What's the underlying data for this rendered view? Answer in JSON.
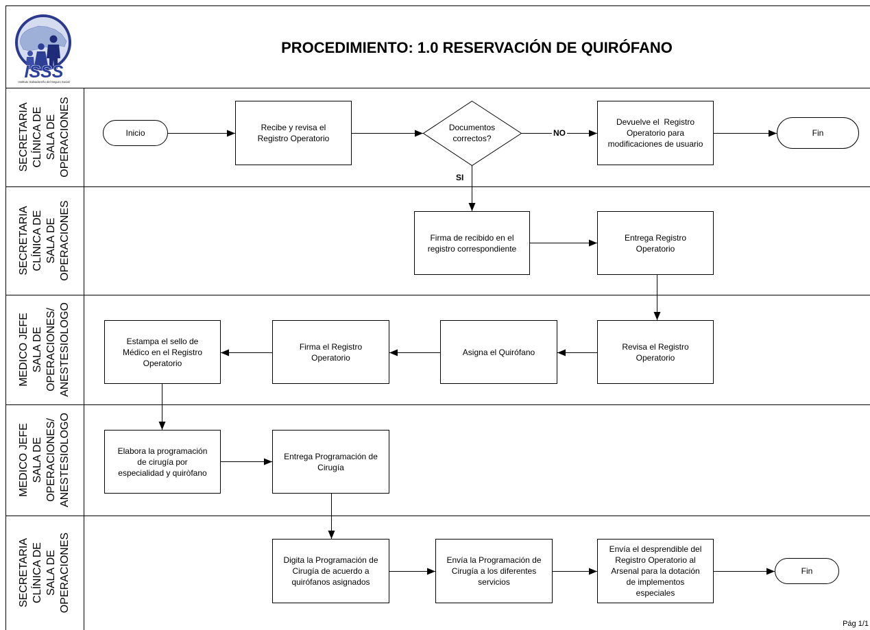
{
  "header": {
    "title": "PROCEDIMIENTO: 1.0 RESERVACIÓN DE QUIRÓFANO",
    "logo": {
      "text": "ISSS",
      "subtitle": "Instituto Salvadoreño del Seguro Social",
      "colors": {
        "ring": "#2b3a8c",
        "fill": "#d5dcef",
        "lettering": "#2b40a0"
      }
    }
  },
  "lanes": [
    {
      "label": [
        "SECRETARIA",
        "CLÍNICA DE",
        "SALA DE",
        "OPERACIONES"
      ]
    },
    {
      "label": [
        "SECRETARIA",
        "CLÍNICA DE",
        "SALA DE",
        "OPERACIONES"
      ]
    },
    {
      "label": [
        "MEDICO JEFE",
        "SALA DE",
        "OPERACIONES/",
        "ANESTESIOLOGO"
      ]
    },
    {
      "label": [
        "MEDICO JEFE",
        "SALA DE",
        "OPERACIONES/",
        "ANESTESIOLOGO"
      ]
    },
    {
      "label": [
        "SECRETARIA",
        "CLÍNICA DE",
        "SALA DE",
        "OPERACIONES"
      ]
    }
  ],
  "nodes": {
    "inicio": {
      "lines": [
        "Inicio"
      ]
    },
    "recibe": {
      "lines": [
        "Recibe y revisa el",
        "Registro Operatorio"
      ]
    },
    "decision": {
      "lines": [
        "Documentos",
        "correctos?"
      ]
    },
    "devuelve": {
      "lines": [
        "Devuelve el  Registro",
        "Operatorio para",
        "modificaciones de usuario"
      ]
    },
    "fin_1": {
      "lines": [
        "Fin"
      ]
    },
    "firma_recibido": {
      "lines": [
        "Firma de recibido en el",
        "registro correspondiente"
      ]
    },
    "entrega_registro": {
      "lines": [
        "Entrega Registro",
        "Operatorio"
      ]
    },
    "revisa": {
      "lines": [
        "Revisa el Registro",
        "Operatorio"
      ]
    },
    "asigna": {
      "lines": [
        "Asigna el Quirófano"
      ]
    },
    "firma_registro": {
      "lines": [
        "Firma el Registro",
        "Operatorio"
      ]
    },
    "estampa": {
      "lines": [
        "Estampa el sello de",
        "Médico en el Registro",
        "Operatorio"
      ]
    },
    "elabora": {
      "lines": [
        "Elabora la programación",
        "de cirugía por",
        "especialidad y quiròfano"
      ]
    },
    "entrega_programacion": {
      "lines": [
        "Entrega Programación de",
        "Cirugía"
      ]
    },
    "digita": {
      "lines": [
        "Digita la Programación de",
        "Cirugía de acuerdo a",
        "quirófanos asignados"
      ]
    },
    "envia_programacion": {
      "lines": [
        "Envía la Programación de",
        "Cirugía a los diferentes",
        "servicios"
      ]
    },
    "envia_desprendible": {
      "lines": [
        "Envía el desprendible del",
        "Registro Operatorio al",
        "Arsenal para la dotación",
        "de implementos",
        "especiales"
      ]
    },
    "fin_2": {
      "lines": [
        "Fin"
      ]
    }
  },
  "edge_labels": {
    "no": "NO",
    "si": "SI"
  },
  "footer": {
    "page": "Pág 1/1"
  }
}
